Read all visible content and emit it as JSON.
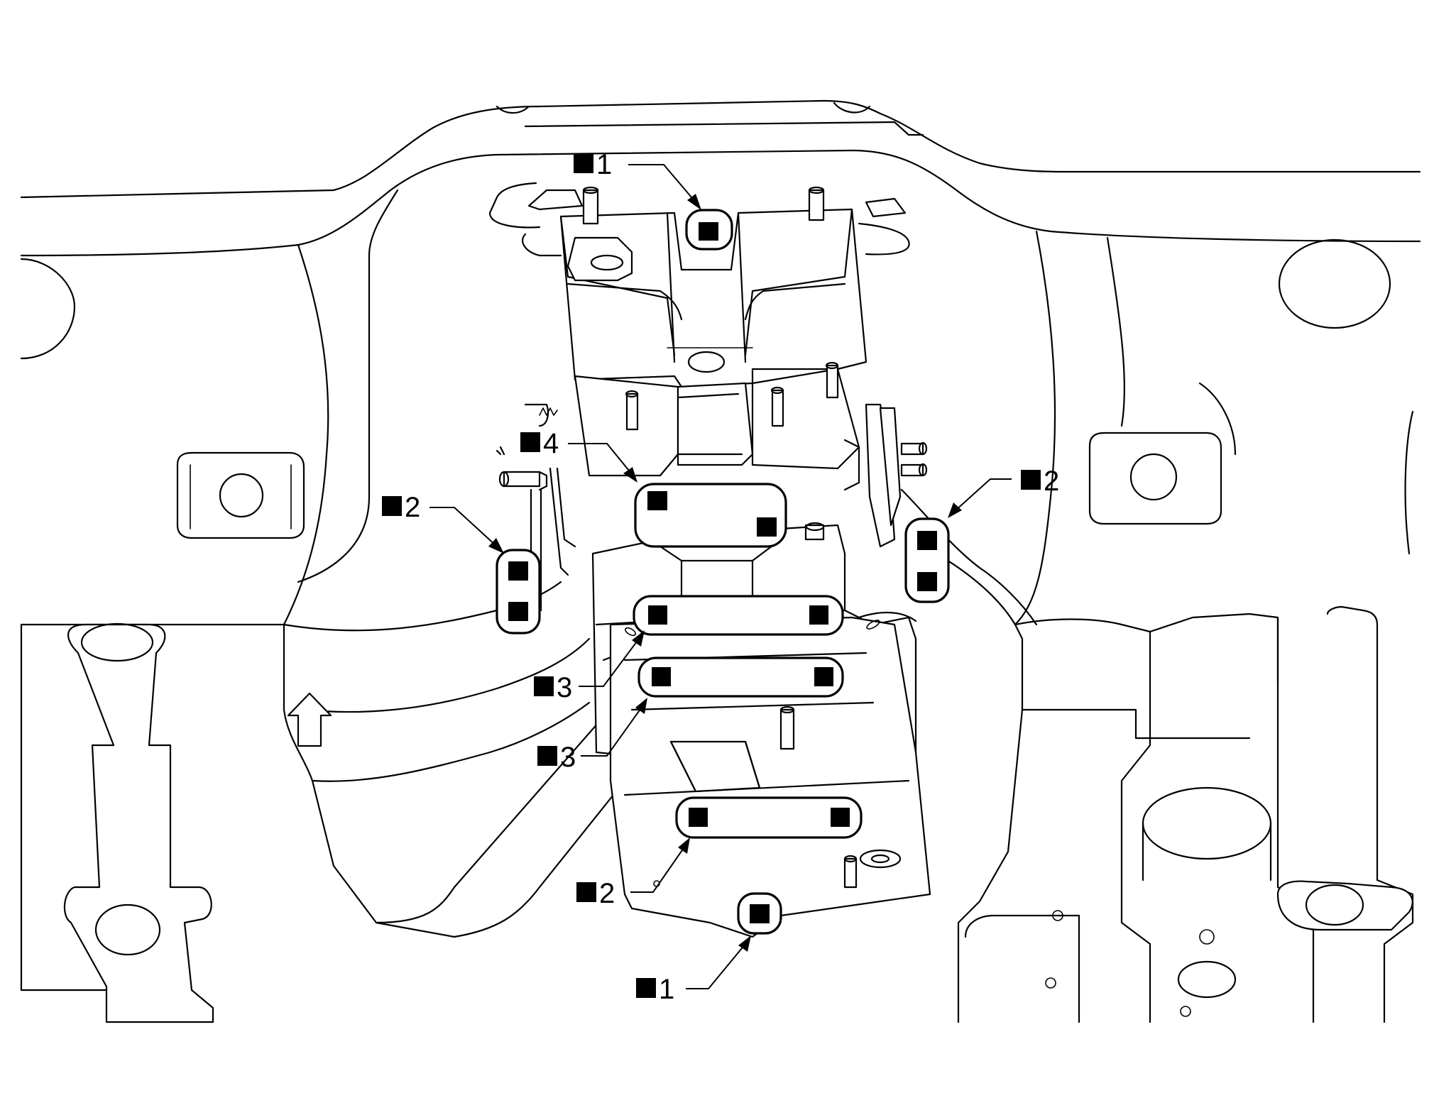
{
  "callouts": [
    {
      "id": "c1-top",
      "label": "1"
    },
    {
      "id": "c4",
      "label": "4"
    },
    {
      "id": "c2-left",
      "label": "2"
    },
    {
      "id": "c2-right",
      "label": "2"
    },
    {
      "id": "c3-upper",
      "label": "3"
    },
    {
      "id": "c3-lower",
      "label": "3"
    },
    {
      "id": "c2-bottom",
      "label": "2"
    },
    {
      "id": "c1-bottom",
      "label": "1"
    }
  ],
  "icons": [
    "front-direction-arrow-icon",
    "spot-weld-marker-icon"
  ]
}
